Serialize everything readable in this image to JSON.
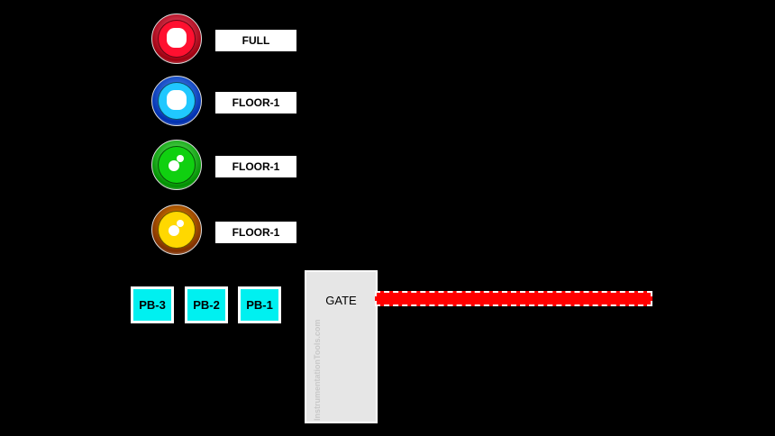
{
  "indicators": [
    {
      "label": "FULL",
      "color": "#ff1030"
    },
    {
      "label": "FLOOR-1",
      "color": "#1a6aff"
    },
    {
      "label": "FLOOR-1",
      "color": "#10d010"
    },
    {
      "label": "FLOOR-1",
      "color": "#ffd800"
    }
  ],
  "buttons": [
    {
      "label": "PB-3"
    },
    {
      "label": "PB-2"
    },
    {
      "label": "PB-1"
    }
  ],
  "gate": {
    "label": "GATE",
    "watermark": "InstrumentationTools.com"
  },
  "barrier_color": "#ff0000"
}
